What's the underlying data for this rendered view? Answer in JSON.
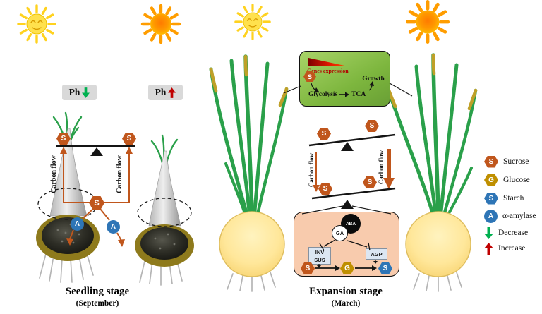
{
  "figure": {
    "left_stage": {
      "title": "Seedling stage",
      "subtitle": "(September)"
    },
    "right_stage": {
      "title": "Expansion stage",
      "subtitle": "(March)"
    }
  },
  "ph": {
    "label": "Ph"
  },
  "flow": {
    "carbon_flow": "Carbon flow"
  },
  "symbols": {
    "sucrose": "S",
    "glucose": "G",
    "starch": "S",
    "amylase": "A"
  },
  "leaf_box": {
    "genes_expression": "Genes expression",
    "growth": "Growth",
    "glycolysis": "Glycolysis",
    "tca": "TCA"
  },
  "bulb_box": {
    "aba": "ABA",
    "ga": "GA",
    "inv": "INV",
    "sus": "SUS",
    "agp": "AGP"
  },
  "legend": {
    "items": [
      {
        "symbol": "S",
        "label": "Sucrose"
      },
      {
        "symbol": "G",
        "label": "Glucose"
      },
      {
        "symbol": "S",
        "label": "Starch"
      },
      {
        "symbol": "A",
        "label": "α-amylase"
      },
      {
        "symbol": "↓",
        "label": "Decrease"
      },
      {
        "symbol": "↑",
        "label": "Increase"
      }
    ]
  },
  "colors": {
    "sucrose": "#c0561c",
    "glucose": "#bf8f00",
    "starch": "#2e75b6",
    "alpha_amylase": "#2e75b6",
    "decrease": "#00b050",
    "increase": "#c00000",
    "leaf_box_green": "#7db63e",
    "bulb_box_peach": "#f8cbad"
  }
}
